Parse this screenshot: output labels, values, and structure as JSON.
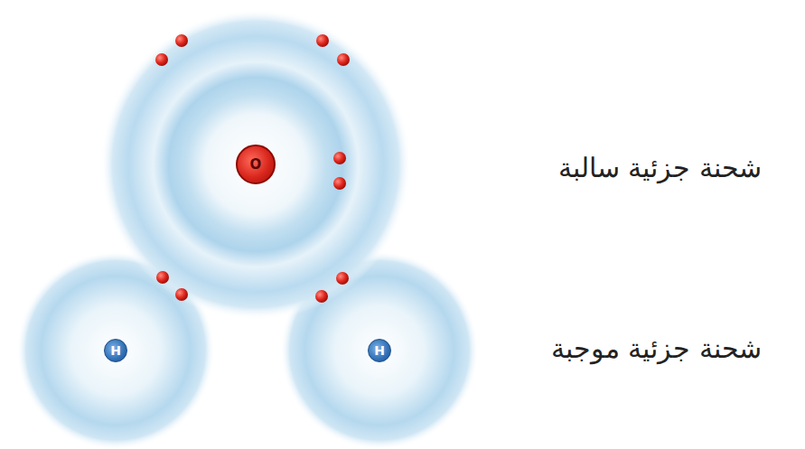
{
  "diagram": {
    "nodes": [
      {
        "text": [
          "O"
        ]
      },
      {
        "text": [
          "H"
        ]
      },
      {
        "text": [
          "H"
        ]
      }
    ],
    "labels": [
      "شحنة جزئية سالبة",
      "شحنة جزئية موجبة"
    ]
  }
}
